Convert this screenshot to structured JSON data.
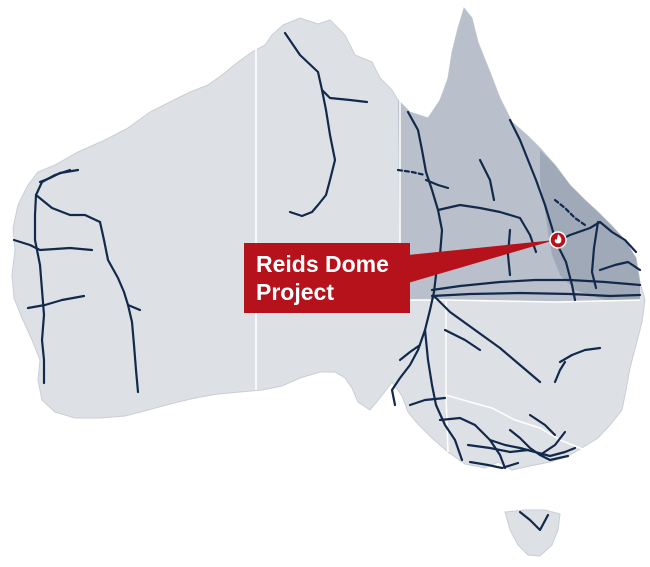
{
  "map": {
    "region": "Australia",
    "colors": {
      "land": "#dde1e6",
      "highlight_state": "#b9c0cb",
      "basin": "#9aa5b4",
      "pipeline": "#13294b",
      "border": "#ffffff",
      "marker": "#b5121b"
    }
  },
  "callout": {
    "line1": "Reids Dome",
    "line2": "Project",
    "marker_icon": "flame-icon"
  }
}
